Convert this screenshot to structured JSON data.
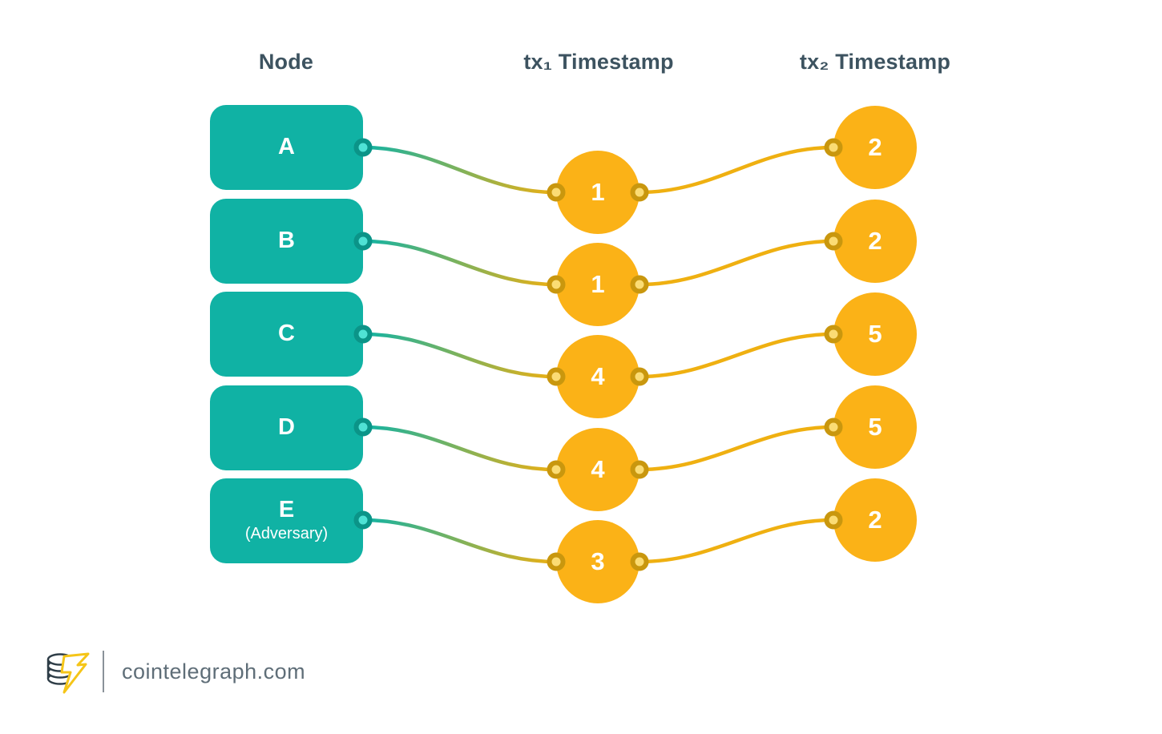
{
  "headers": {
    "node": "Node",
    "tx1": "tx₁ Timestamp",
    "tx2": "tx₂ Timestamp"
  },
  "rows": [
    {
      "node": "A",
      "node_sub": "",
      "tx1": "1",
      "tx2": "2"
    },
    {
      "node": "B",
      "node_sub": "",
      "tx1": "1",
      "tx2": "2"
    },
    {
      "node": "C",
      "node_sub": "",
      "tx1": "4",
      "tx2": "5"
    },
    {
      "node": "D",
      "node_sub": "",
      "tx1": "4",
      "tx2": "5"
    },
    {
      "node": "E",
      "node_sub": "(Adversary)",
      "tx1": "3",
      "tx2": "2"
    }
  ],
  "footer": {
    "site": "cointelegraph.com"
  },
  "colors": {
    "node_fill": "#10B2A4",
    "node_dot_fill": "#4FE2D5",
    "node_dot_ring": "#0B9488",
    "circle_fill": "#FBB217",
    "circle_dot_fill": "#FBDC74",
    "circle_dot_ring": "#C9970E",
    "line_teal": "#0FB3A5",
    "line_yellow": "#EFB011",
    "header_text": "#3D5360",
    "footer_text": "#5F6E78",
    "logo_outline": "#2E3D47",
    "logo_bolt": "#F5C518"
  }
}
